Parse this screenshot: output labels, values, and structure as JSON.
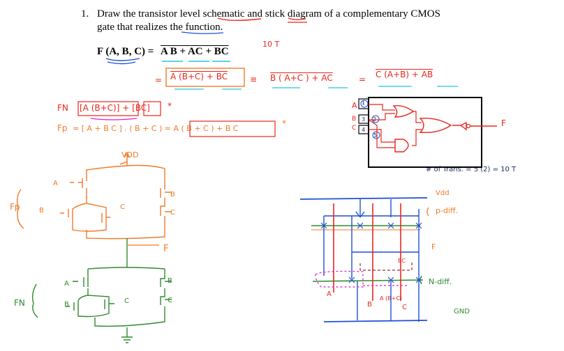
{
  "problem": {
    "number": "1.",
    "line1": "Draw the transistor level schematic and stick diagram of a complementary CMOS",
    "line2": "gate that realizes the function.",
    "function_lhs": "F (A, B, C) = ",
    "function_rhs": "A B + AC + BC"
  },
  "notes": {
    "ten_t": "10 T",
    "eq_sign": "=",
    "expr1": "A (B+C) + BC",
    "equiv": "≡",
    "expr2": "B ( A+C ) + AC",
    "eq2": "=",
    "expr3": "C (A+B) + AB",
    "fn_label": "FN",
    "fn_expr": "[A (B+C)] + [BC]",
    "star1": "*",
    "fp_label": "Fp",
    "fp_expr": "= [ A + B C ] . ( B + C ) = A ( B + C ) + B C",
    "star2": "*",
    "vdd": "VDD",
    "trans_count": "# of Trans. = 5 (2) = 10 T",
    "vdd_small": "Vdd",
    "p_diff": "p-diff.",
    "n_diff": "N-diff.",
    "gnd": "GND",
    "f_out": "F",
    "f_mid": "F",
    "f_stick": "F",
    "fp_side": "Fp",
    "fn_side": "FN",
    "bc_stick": "BC",
    "a_bc_stick": "A (B+C)"
  },
  "pmos_labels": {
    "a": "A",
    "b": "B",
    "c": "C",
    "b_right": "B",
    "c_right": "C",
    "c_mid": "C"
  },
  "nmos_labels": {
    "a": "A",
    "b": "B",
    "c": "C",
    "b_right": "B",
    "c_right": "C"
  },
  "gate_labels": {
    "a": "A",
    "b": "B",
    "c": "C",
    "n1": "1",
    "n2": "2",
    "n3": "3",
    "n4": "4",
    "n5": "5"
  },
  "stick_labels": {
    "a": "A",
    "b": "B",
    "c": "C"
  },
  "colors": {
    "red": "#e8261c",
    "orange": "#f07a2a",
    "green": "#2f8a2f",
    "blue": "#1f4fd6",
    "pink": "#e020c8",
    "cyan": "#1ec8e6"
  }
}
